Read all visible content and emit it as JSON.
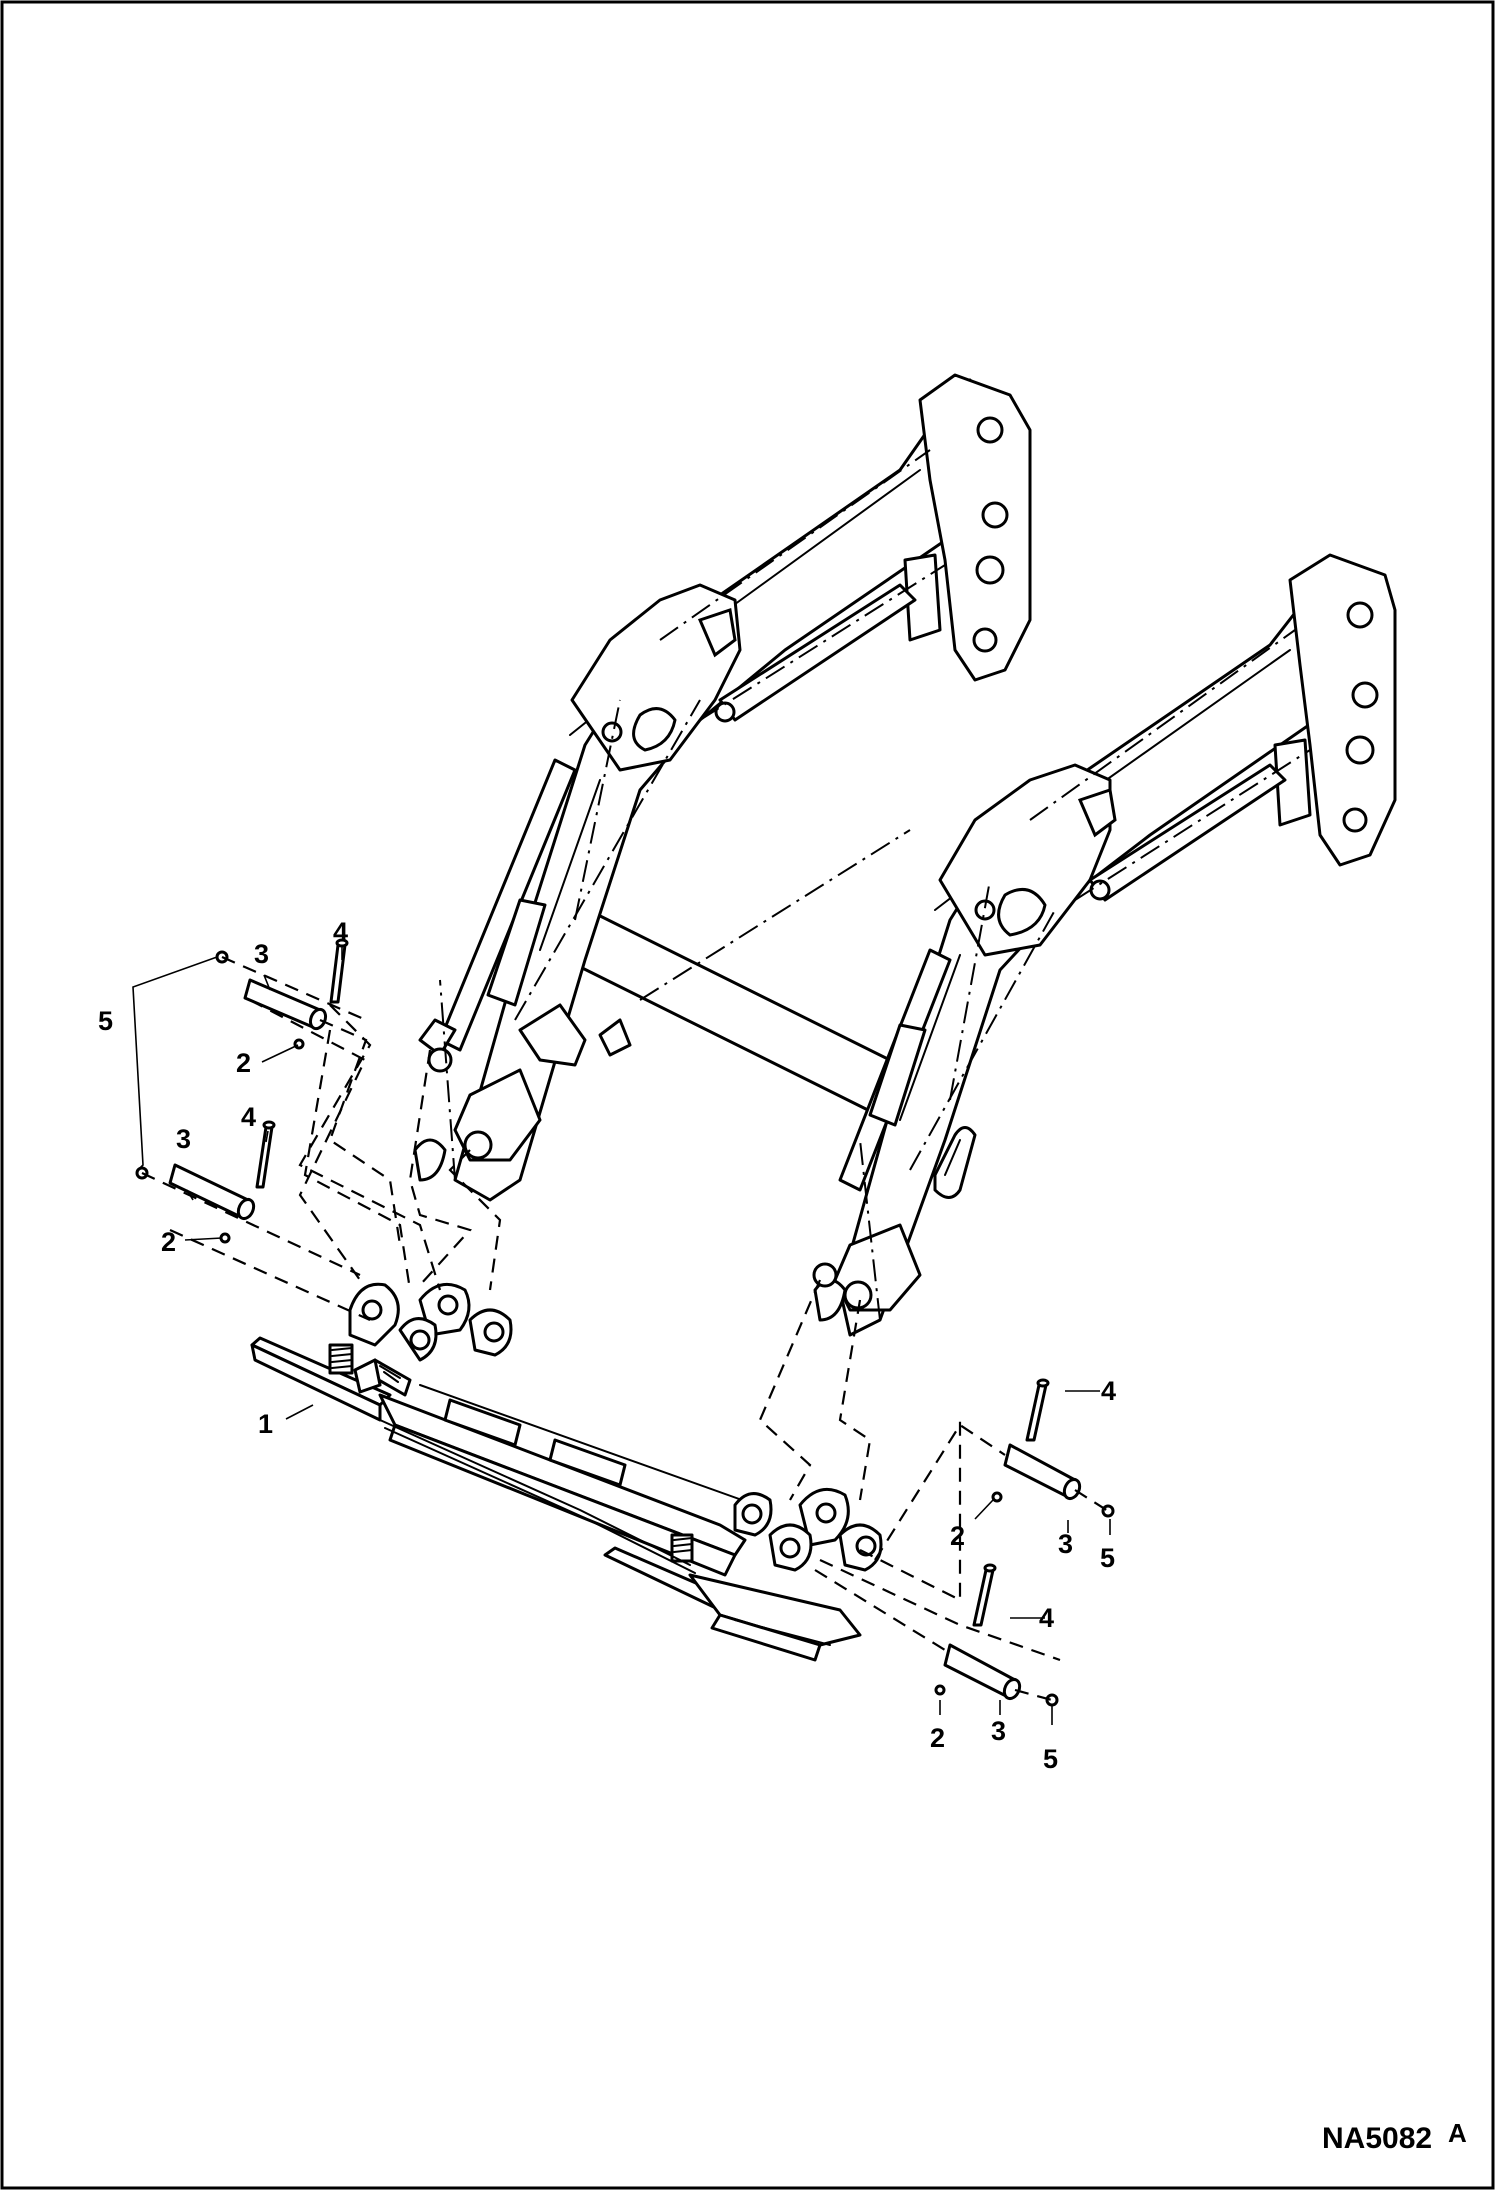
{
  "figure": {
    "reference": "NA5082",
    "revision": "A"
  },
  "callouts": {
    "c1": "1",
    "c2a": "2",
    "c2b": "2",
    "c2c": "2",
    "c2d": "2",
    "c3a": "3",
    "c3b": "3",
    "c3c": "3",
    "c3d": "3",
    "c4a": "4",
    "c4b": "4",
    "c4c": "4",
    "c4d": "4",
    "c5a": "5",
    "c5b": "5",
    "c5c": "5"
  }
}
